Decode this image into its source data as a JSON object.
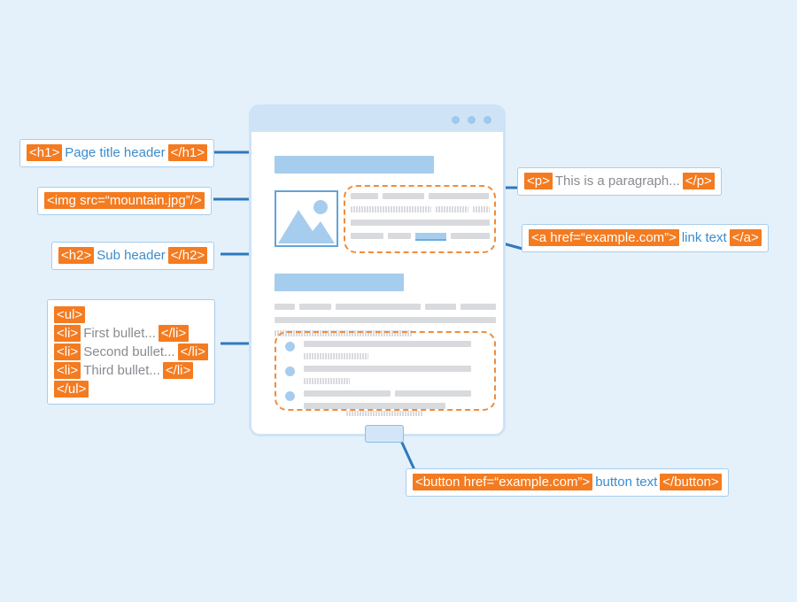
{
  "page": {
    "title": "HTML tags anatomy diagram",
    "background_color": "#e4f1fb",
    "accent_orange": "#f47b20",
    "accent_blue": "#3c8ccb",
    "line_blue": "#2f79bd"
  },
  "browser_mock": {
    "titlebar_dots": [
      "dot-1",
      "dot-2",
      "dot-3"
    ],
    "image_placeholder_icon": "image-mountain-icon",
    "button_label": ""
  },
  "labels": {
    "h1": {
      "open_tag": "<h1>",
      "content": "Page title header",
      "close_tag": "</h1>",
      "content_color": "#3c8ccb"
    },
    "img": {
      "open_tag": "<img src=“mountain.jpg”/>",
      "content": "",
      "close_tag": ""
    },
    "h2": {
      "open_tag": "<h2>",
      "content": "Sub header",
      "close_tag": "</h2>",
      "content_color": "#3c8ccb"
    },
    "ul": {
      "open_tag": "<ul>",
      "close_tag": "</ul>",
      "items": [
        {
          "open_tag": "<li>",
          "content": "First bullet...",
          "close_tag": "</li>"
        },
        {
          "open_tag": "<li>",
          "content": "Second bullet...",
          "close_tag": "</li>"
        },
        {
          "open_tag": "<li>",
          "content": "Third bullet...",
          "close_tag": "</li>"
        }
      ],
      "content_color": "#888b90"
    },
    "p": {
      "open_tag": "<p>",
      "content": "This is a paragraph...",
      "close_tag": "</p>",
      "content_color": "#888b90"
    },
    "a": {
      "open_tag": "<a href=“example.com”>",
      "content": "link text",
      "close_tag": "</a>",
      "content_color": "#3c8ccb"
    },
    "button": {
      "open_tag": "<button href=“example.com”>",
      "content": "button text",
      "close_tag": "</button>",
      "content_color": "#3c8ccb"
    }
  }
}
